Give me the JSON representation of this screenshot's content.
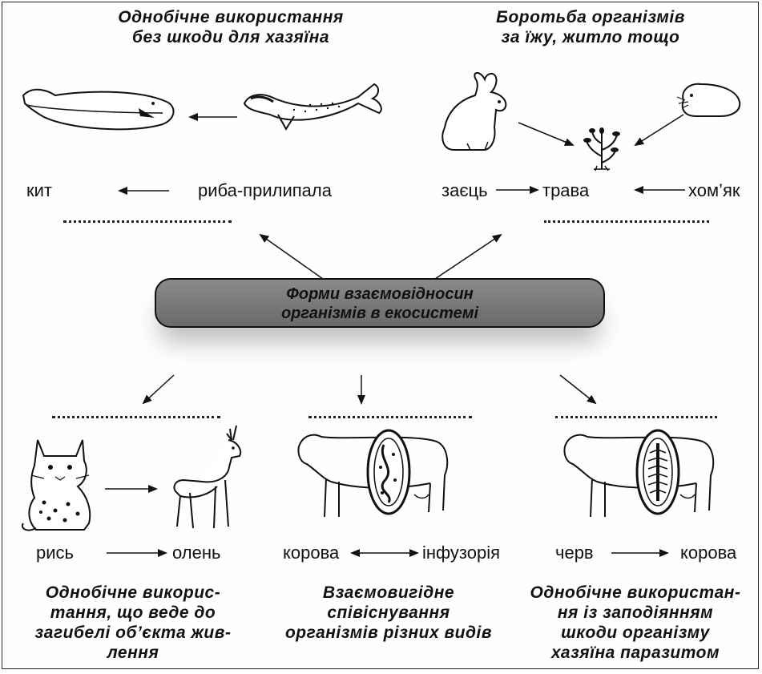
{
  "central": {
    "line1": "Форми взаємовідносин",
    "line2": "організмів в екосистемі"
  },
  "top_left": {
    "caption": [
      "Однобічне використання",
      "без шкоди для хазяїна"
    ],
    "left_label": "кит",
    "right_label": "риба-прилипала"
  },
  "top_right": {
    "caption": [
      "Боротьба організмів",
      "за їжу, житло тощо"
    ],
    "left_label": "заєць",
    "center_label": "трава",
    "right_label": "хом’як"
  },
  "bottom_left": {
    "caption": [
      "Однобічне викорис-",
      "тання, що веде до",
      "загибелі об’єкта жив-",
      "лення"
    ],
    "left_label": "рись",
    "right_label": "олень"
  },
  "bottom_center": {
    "caption": [
      "Взаємовигідне",
      "співіснування",
      "організмів різних видів"
    ],
    "left_label": "корова",
    "right_label": "інфузорія"
  },
  "bottom_right": {
    "caption": [
      "Однобічне використан-",
      "ня із заподіянням",
      "шкоди організму",
      "хазяїна паразитом"
    ],
    "left_label": "черв",
    "right_label": "корова"
  },
  "colors": {
    "central_fill": "#7a7a7a",
    "ink": "#111111"
  },
  "icons": [
    "whale-icon",
    "remora-fish-icon",
    "hare-icon",
    "grass-icon",
    "hamster-icon",
    "lynx-icon",
    "deer-icon",
    "cow-icon"
  ]
}
